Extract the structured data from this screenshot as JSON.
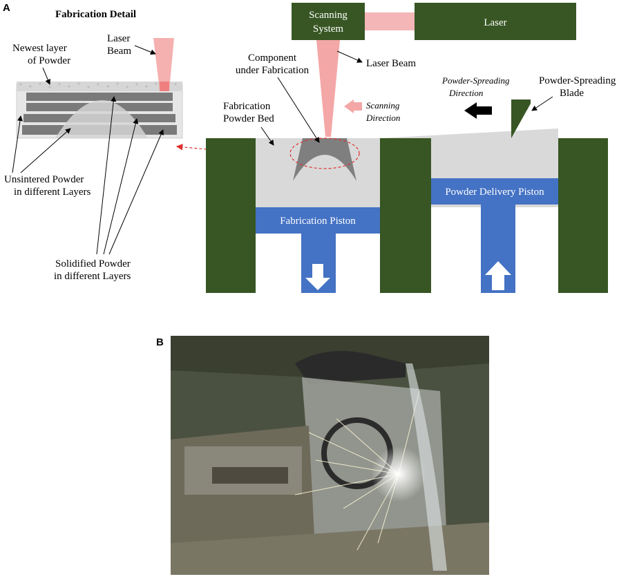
{
  "panel_a": "A",
  "panel_b": "B",
  "detail": {
    "title": "Fabrication Detail",
    "laser_beam": [
      "Laser",
      "Beam"
    ],
    "newest_layer": [
      "Newest layer",
      "of Powder"
    ],
    "unsintered": [
      "Unsintered Powder",
      "in different Layers"
    ],
    "solidified": [
      "Solidified Powder",
      "in different Layers"
    ]
  },
  "main": {
    "scanning_system": [
      "Scanning",
      "System"
    ],
    "laser": "Laser",
    "laser_beam": "Laser Beam",
    "component": [
      "Component",
      "under Fabrication"
    ],
    "powder_bed": [
      "Fabrication",
      "Powder Bed"
    ],
    "scanning_direction": [
      "Scanning",
      "Direction"
    ],
    "spreading_direction": [
      "Powder-Spreading",
      "Direction"
    ],
    "spreading_blade": [
      "Powder-Spreading",
      "Blade"
    ],
    "fabrication_piston": "Fabrication Piston",
    "delivery_piston": "Powder Delivery Piston"
  },
  "colors": {
    "green": "#375623",
    "blue": "#4472c4",
    "powder": "#d9d9d9",
    "component": "#7f7f7f",
    "beam": "#f4a7a7",
    "arrow_red": "#e03030"
  },
  "photo_alt_name": "machining-photo"
}
